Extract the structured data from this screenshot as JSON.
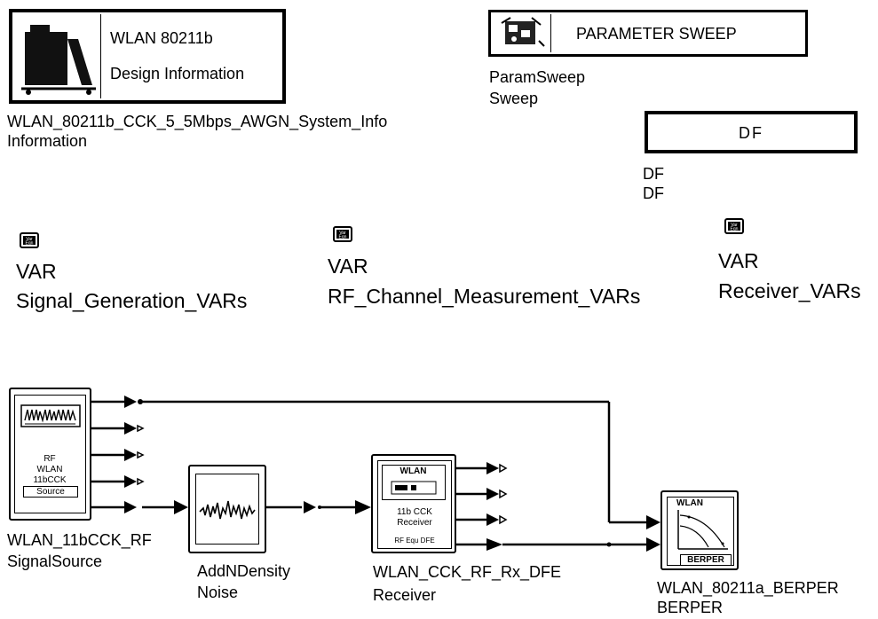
{
  "design_info": {
    "line1": "WLAN 80211b",
    "line2": "Design Information",
    "instance": "WLAN_80211b_CCK_5_5Mbps_AWGN_System_Info",
    "type": "Information"
  },
  "param_sweep": {
    "title": "PARAMETER SWEEP",
    "instance": "ParamSweep",
    "type": "Sweep"
  },
  "df": {
    "title": "DF",
    "instance": "DF",
    "type": "DF"
  },
  "var_blocks": [
    {
      "icon": "VAR",
      "type": "VAR",
      "name": "Signal_Generation_VARs"
    },
    {
      "icon": "VAR",
      "type": "VAR",
      "name": "RF_Channel_Measurement_VARs"
    },
    {
      "icon": "VAR",
      "type": "VAR",
      "name": "Receiver_VARs"
    }
  ],
  "source": {
    "inner": [
      "RF",
      "WLAN",
      "11bCCK",
      "Source"
    ],
    "instance": "WLAN_11bCCK_RF",
    "type": "SignalSource"
  },
  "noise": {
    "instance": "AddNDensity",
    "type": "Noise"
  },
  "receiver": {
    "inner_top": "WLAN",
    "inner": [
      "11b CCK",
      "Receiver"
    ],
    "inner_bottom": "RF Equ DFE",
    "instance": "WLAN_CCK_RF_Rx_DFE",
    "type": "Receiver"
  },
  "berper": {
    "inner_top": "WLAN",
    "inner_bottom": "BERPER",
    "instance": "WLAN_80211a_BERPER",
    "type": "BERPER"
  }
}
